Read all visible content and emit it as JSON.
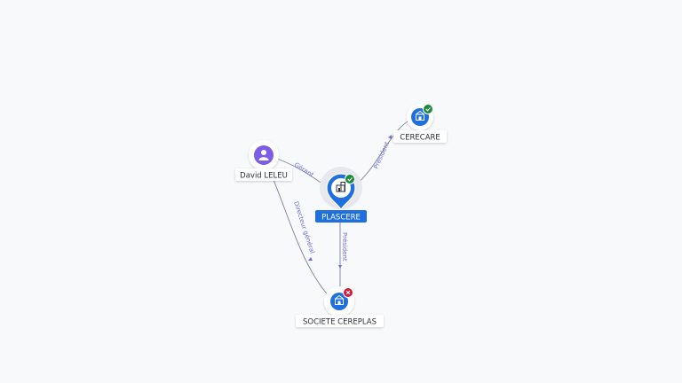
{
  "colors": {
    "edge": "#7c8196",
    "edge_label": "#6b6ed6",
    "company_blue": "#1f6fe0",
    "person_purple": "#7d5ce6",
    "status_active": "#1e8a3e",
    "status_closed": "#d6163d"
  },
  "nodes": {
    "plascere": {
      "label": "PLASCERE",
      "icon": "building-icon",
      "status": "active",
      "role": "focus"
    },
    "cerecare": {
      "label": "CERECARE",
      "icon": "building-icon",
      "status": "active"
    },
    "david_leleu": {
      "label": "David LELEU",
      "icon": "person-icon"
    },
    "societe_cereplas": {
      "label": "SOCIETE CEREPLAS",
      "icon": "building-icon",
      "status": "closed"
    }
  },
  "edges": {
    "cerecare_plascere": {
      "label": "Président"
    },
    "david_plascere": {
      "label": "Gérant"
    },
    "david_societe": {
      "label": "Directeur général"
    },
    "societe_plascere": {
      "label": "Président"
    }
  }
}
